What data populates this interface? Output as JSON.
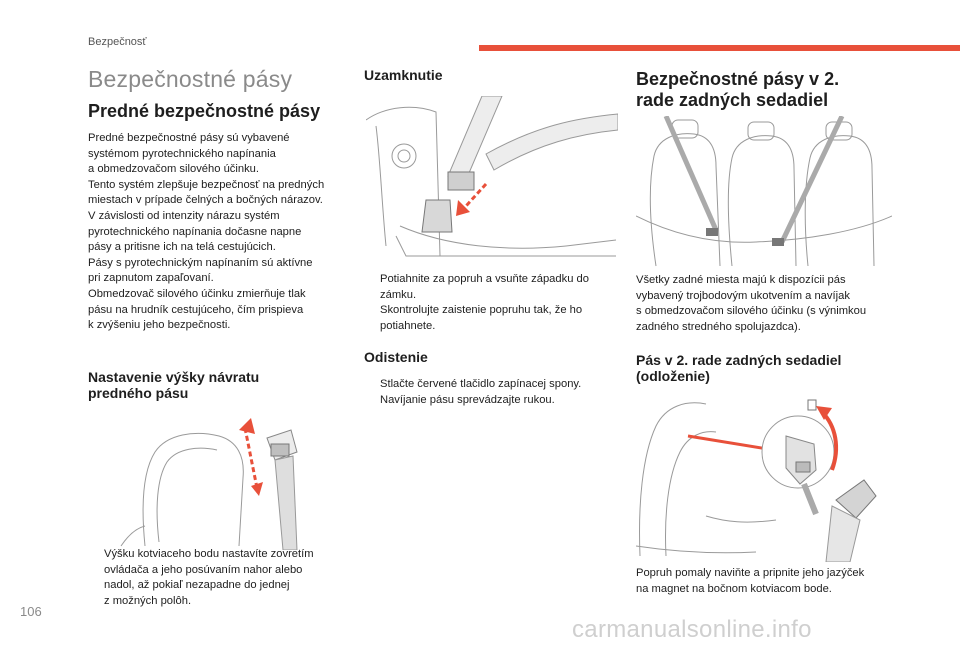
{
  "header": {
    "section": "Bezpečnosť",
    "accent_color": "#e8503a"
  },
  "page_title": "Bezpečnostné pásy",
  "col1": {
    "heading": "Predné bezpečnostné pásy",
    "paragraph": "Predné bezpečnostné pásy sú vybavené\nsystémom pyrotechnického napínania\na obmedzovačom silového účinku.\nTento systém zlepšuje bezpečnosť na predných\nmiestach v prípade čelných a bočných nárazov.\nV závislosti od intenzity nárazu systém\npyrotechnického napínania dočasne napne\npásy a pritisne ich na telá cestujúcich.\nPásy s pyrotechnickým napínaním sú aktívne\npri zapnutom zapaľovaní.\nObmedzovač silového účinku zmierňuje tlak\npásu na hrudník cestujúceho, čím prispieva\nk zvýšeniu jeho bezpečnosti.",
    "subheading": "Nastavenie výšky návratu\npredného pásu",
    "bullets": [
      "Výšku kotviaceho bodu nastavíte zovretím\novládača a jeho posúvaním nahor alebo\nnadol, až pokiaľ nezapadne do jednej\nz možných polôh."
    ]
  },
  "col2": {
    "heading": "Uzamknutie",
    "lock_bullets": [
      "Potiahnite za popruh a vsuňte západku do\nzámku.",
      "Skontrolujte zaistenie popruhu tak, že ho\npotiahnete."
    ],
    "subheading": "Odistenie",
    "unlock_bullets": [
      "Stlačte červené tlačidlo zapínacej spony.",
      "Navíjanie pásu sprevádzajte rukou."
    ]
  },
  "col3": {
    "heading": "Bezpečnostné pásy v 2.\nrade zadných sedadiel",
    "paragraph": "Všetky zadné miesta majú k dispozícii pás\nvybavený trojbodovým ukotvením a navíjak\ns obmedzovačom silového účinku (s výnimkou\nzadného stredného spolujazdca).",
    "subheading": "Pás v 2. rade zadných sedadiel\n(odloženie)",
    "caption": "Popruh pomaly naviňte a pripnite jeho jazýček\nna magnet na bočnom kotviacom bode."
  },
  "bullet_marker": "",
  "page_number": "106",
  "watermark": "carmanualsonline.info"
}
